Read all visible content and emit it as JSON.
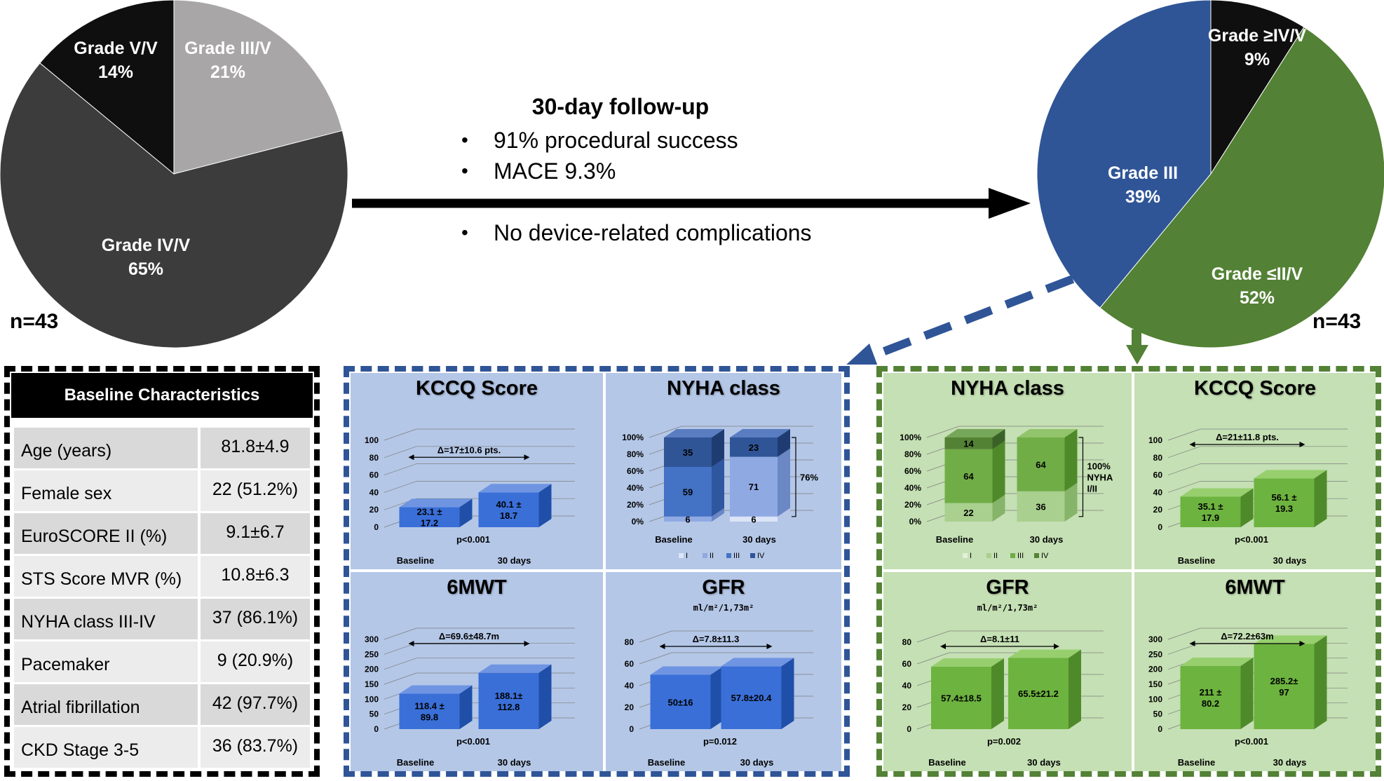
{
  "before_pie": {
    "n_label": "n=43",
    "slices": [
      {
        "label": "Grade III/V",
        "value": "21%",
        "pct": 21,
        "color": "#a8a6a6"
      },
      {
        "label": "Grade IV/V",
        "value": "65%",
        "pct": 65,
        "color": "#3c3c3c"
      },
      {
        "label": "Grade V/V",
        "value": "14%",
        "pct": 14,
        "color": "#0f0f0f"
      }
    ]
  },
  "after_pie": {
    "n_label": "n=43",
    "slices": [
      {
        "label": "Grade ≥IV/V",
        "value": "9%",
        "pct": 9,
        "color": "#0f0f0f"
      },
      {
        "label": "Grade ≤II/V",
        "value": "52%",
        "pct": 52,
        "color": "#538135"
      },
      {
        "label": "Grade III",
        "value": "39%",
        "pct": 39,
        "color": "#2f5597"
      }
    ]
  },
  "followup": {
    "title": "30-day follow-up",
    "items": [
      "91% procedural success",
      "MACE 9.3%",
      "No device-related complications"
    ]
  },
  "baseline": {
    "title": "Baseline Characteristics",
    "rows": [
      {
        "label": "Age (years)",
        "value": "81.8±4.9"
      },
      {
        "label": "Female sex",
        "value": "22 (51.2%)"
      },
      {
        "label": "EuroSCORE II (%)",
        "value": "9.1±6.7"
      },
      {
        "label": "STS Score MVR (%)",
        "value": "10.8±6.3"
      },
      {
        "label": "NYHA class III-IV",
        "value": "37 (86.1%)"
      },
      {
        "label": "Pacemaker",
        "value": "9 (20.9%)"
      },
      {
        "label": "Atrial fibrillation",
        "value": "42 (97.7%)"
      },
      {
        "label": "CKD Stage 3-5",
        "value": "36 (83.7%)"
      }
    ]
  },
  "colors": {
    "blue_group": "#2f5597",
    "green_group": "#538135",
    "blue_bg": "#b4c7e7",
    "green_bg": "#c5e0b4"
  },
  "chart_data": [
    {
      "type": "bar",
      "group": "blue",
      "title": "KCCQ Score",
      "categories": [
        "Baseline",
        "30 days"
      ],
      "values": [
        23.1,
        40.1
      ],
      "labels": [
        "23.1 ±\n17.2",
        "40.1 ±\n18.7"
      ],
      "yticks": [
        0,
        20,
        40,
        60,
        80,
        100
      ],
      "ylim": [
        0,
        100
      ],
      "delta": "Δ=17±10.6 pts.",
      "pvalue": "p<0.001"
    },
    {
      "type": "stacked-bar",
      "group": "blue",
      "title": "NYHA class",
      "categories": [
        "Baseline",
        "30 days"
      ],
      "series": [
        {
          "name": "I",
          "values": [
            0,
            6
          ]
        },
        {
          "name": "II",
          "values": [
            6,
            71
          ]
        },
        {
          "name": "III",
          "values": [
            59,
            0
          ]
        },
        {
          "name": "IV",
          "values": [
            35,
            23
          ]
        }
      ],
      "segment_labels": [
        [
          "",
          "6",
          "59",
          "35"
        ],
        [
          "6",
          "71",
          "",
          "23"
        ]
      ],
      "yticks": [
        "0%",
        "20%",
        "40%",
        "60%",
        "80%",
        "100%"
      ],
      "ylim": [
        0,
        100
      ],
      "bracket": "76%"
    },
    {
      "type": "bar",
      "group": "blue",
      "title": "6MWT",
      "categories": [
        "Baseline",
        "30 days"
      ],
      "values": [
        118.4,
        188.1
      ],
      "labels": [
        "118.4 ±\n89.8",
        "188.1±\n112.8"
      ],
      "yticks": [
        0,
        50,
        100,
        150,
        200,
        250,
        300
      ],
      "ylim": [
        0,
        300
      ],
      "delta": "Δ=69.6±48.7m",
      "pvalue": "p<0.001"
    },
    {
      "type": "bar",
      "group": "blue",
      "title": "GFR",
      "subtitle": "ml/m²/1,73m²",
      "categories": [
        "Baseline",
        "30 days"
      ],
      "values": [
        50,
        57.8
      ],
      "labels": [
        "50±16",
        "57.8±20.4"
      ],
      "yticks": [
        0,
        20,
        40,
        60,
        80
      ],
      "ylim": [
        0,
        80
      ],
      "delta": "Δ=7.8±11.3",
      "pvalue": "p=0.012"
    },
    {
      "type": "stacked-bar",
      "group": "green",
      "title": "NYHA class",
      "categories": [
        "Baseline",
        "30 days"
      ],
      "series": [
        {
          "name": "I",
          "values": [
            0,
            0
          ]
        },
        {
          "name": "II",
          "values": [
            22,
            36
          ]
        },
        {
          "name": "III",
          "values": [
            64,
            64
          ]
        },
        {
          "name": "IV",
          "values": [
            14,
            0
          ]
        }
      ],
      "segment_labels": [
        [
          "",
          "22",
          "64",
          "14"
        ],
        [
          "",
          "36",
          "64",
          ""
        ]
      ],
      "yticks": [
        "0%",
        "20%",
        "40%",
        "60%",
        "80%",
        "100%"
      ],
      "ylim": [
        0,
        100
      ],
      "bracket": "100%\nNYHA\nI/II"
    },
    {
      "type": "bar",
      "group": "green",
      "title": "KCCQ Score",
      "categories": [
        "Baseline",
        "30 days"
      ],
      "values": [
        35.1,
        56.1
      ],
      "labels": [
        "35.1 ±\n17.9",
        "56.1 ±\n19.3"
      ],
      "yticks": [
        0,
        20,
        40,
        60,
        80,
        100
      ],
      "ylim": [
        0,
        100
      ],
      "delta": "Δ=21±11.8 pts.",
      "pvalue": "p<0.001"
    },
    {
      "type": "bar",
      "group": "green",
      "title": "GFR",
      "subtitle": "ml/m²/1,73m²",
      "categories": [
        "Baseline",
        "30 days"
      ],
      "values": [
        57.4,
        65.5
      ],
      "labels": [
        "57.4±18.5",
        "65.5±21.2"
      ],
      "yticks": [
        0,
        20,
        40,
        60,
        80
      ],
      "ylim": [
        0,
        80
      ],
      "delta": "Δ=8.1±11",
      "pvalue": "p=0.002"
    },
    {
      "type": "bar",
      "group": "green",
      "title": "6MWT",
      "categories": [
        "Baseline",
        "30 days"
      ],
      "values": [
        211,
        285.2
      ],
      "labels": [
        "211 ±\n80.2",
        "285.2±\n97"
      ],
      "yticks": [
        0,
        50,
        100,
        150,
        200,
        250,
        300
      ],
      "ylim": [
        0,
        300
      ],
      "delta": "Δ=72.2±63m",
      "pvalue": "p<0.001"
    }
  ]
}
